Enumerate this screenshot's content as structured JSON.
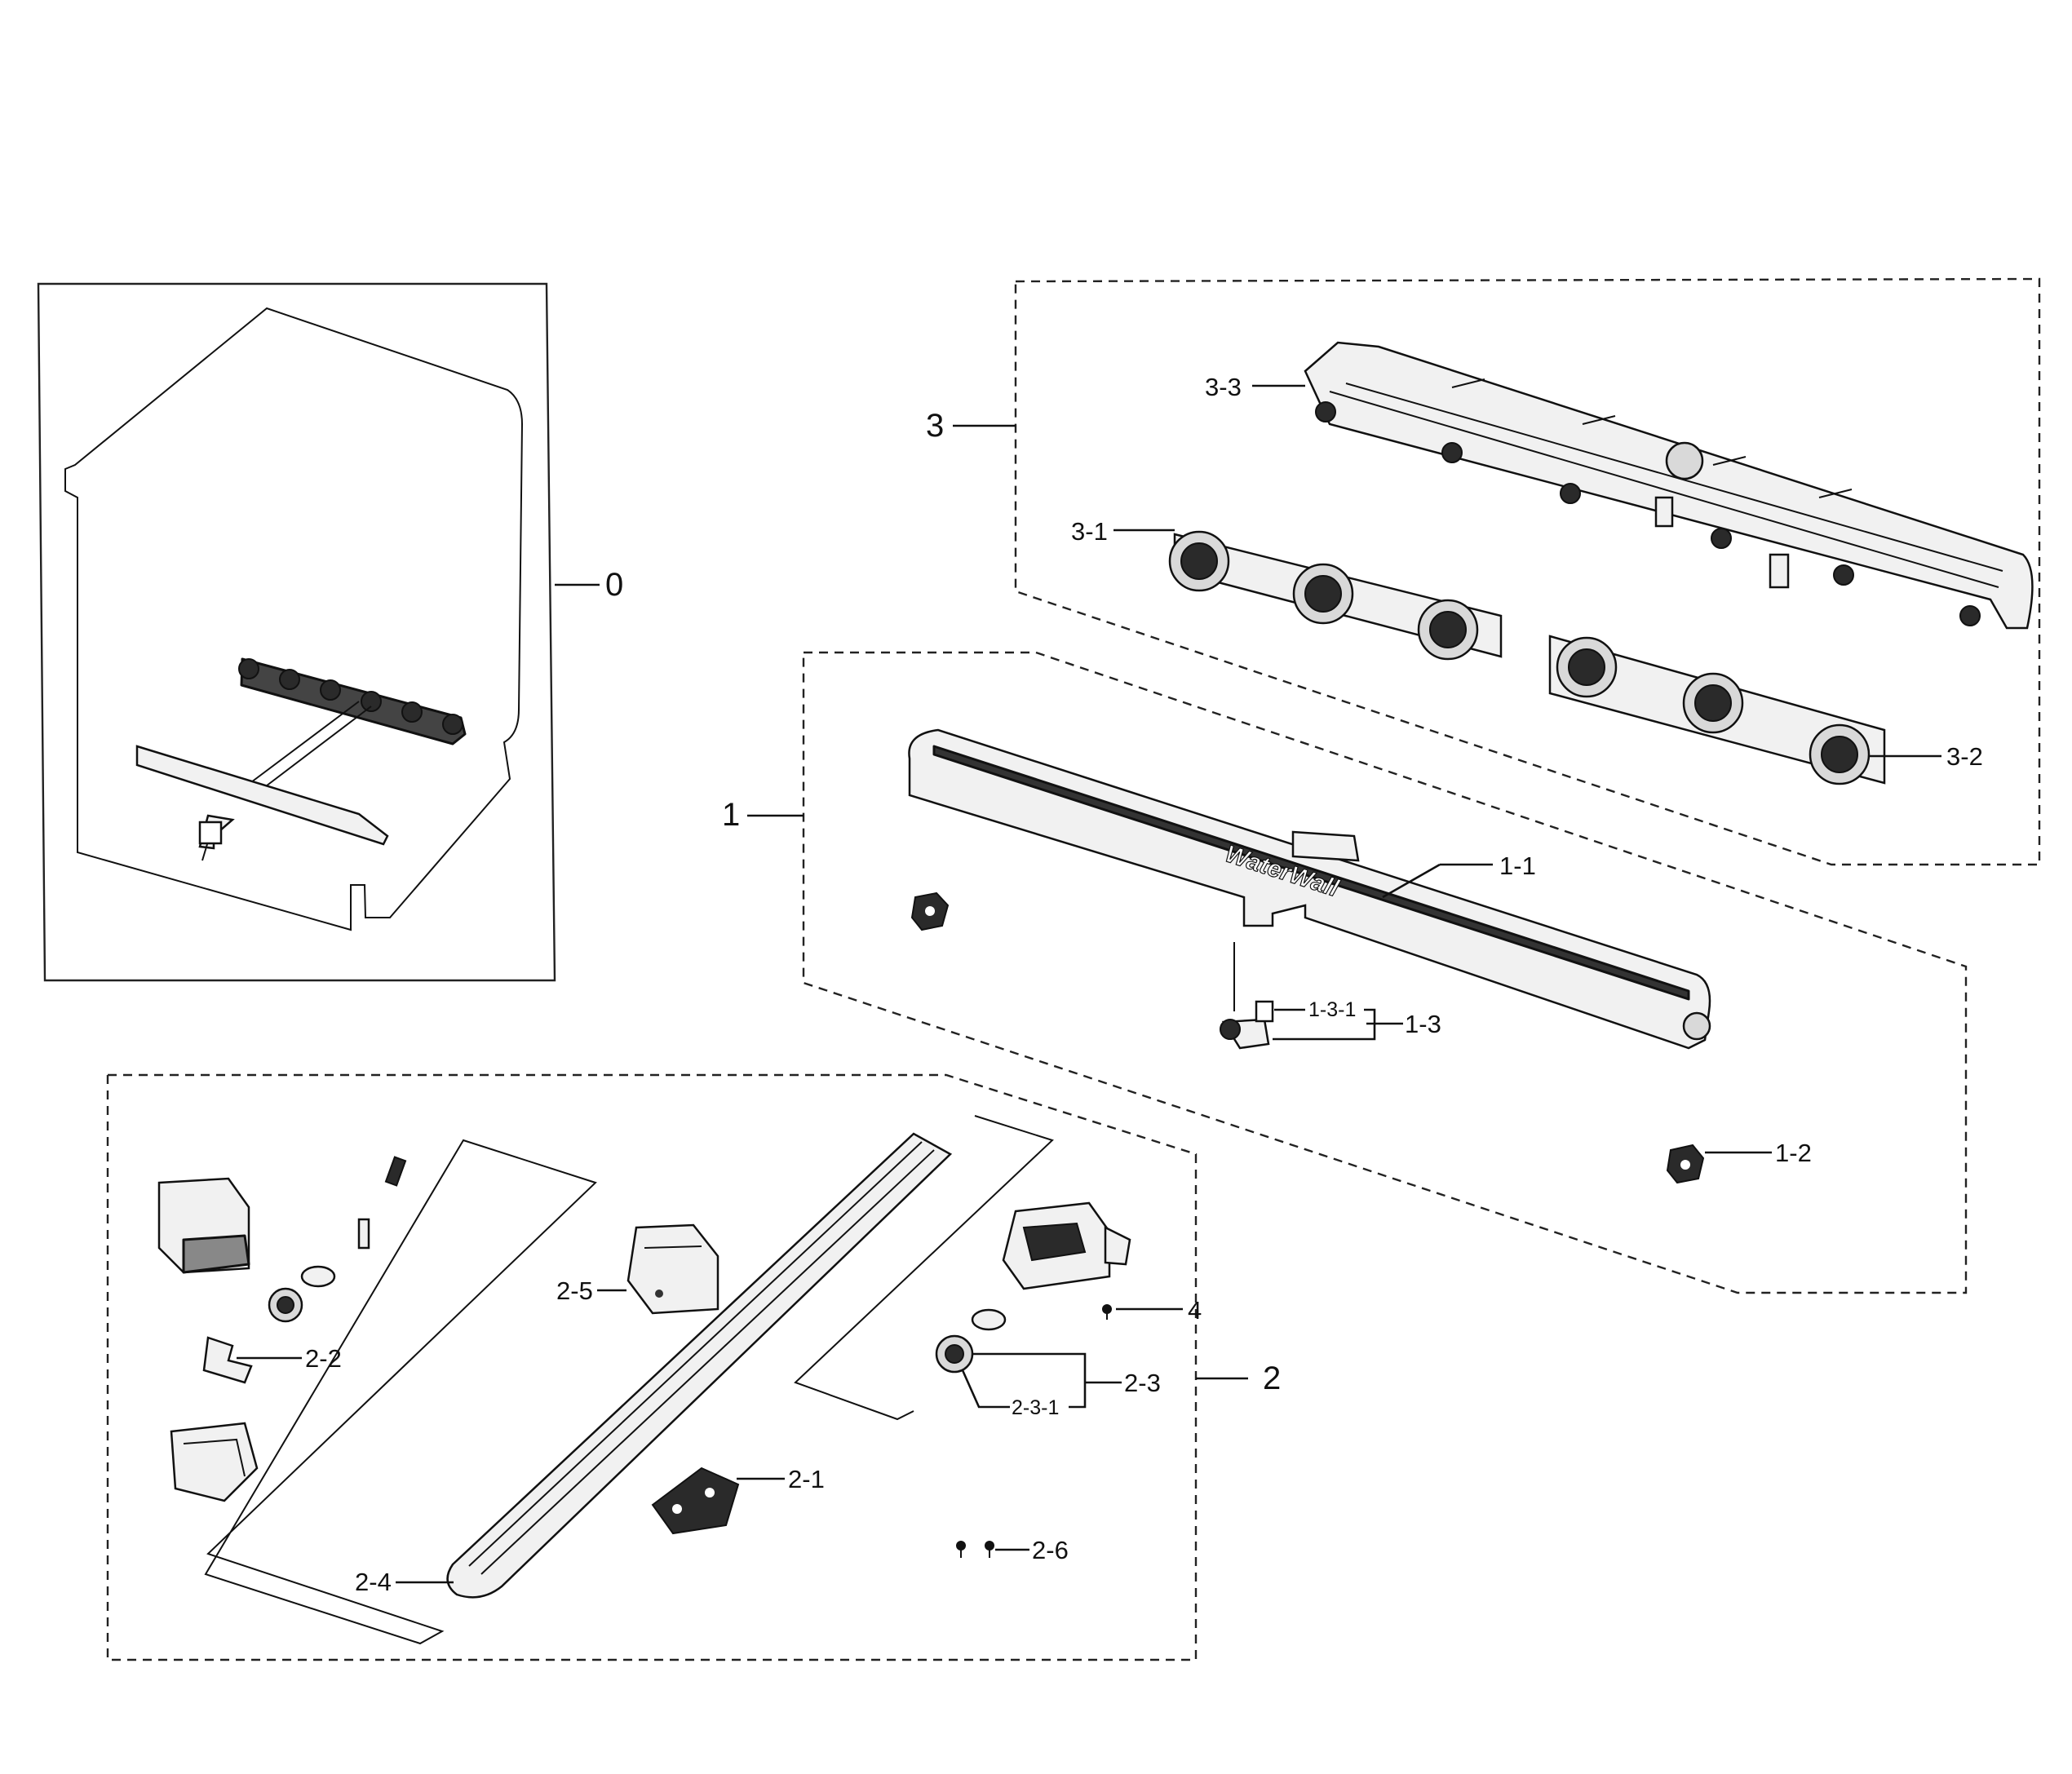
{
  "diagram": {
    "callouts": {
      "c0": "0",
      "c1": "1",
      "c1_1": "1-1",
      "c1_2": "1-2",
      "c1_3": "1-3",
      "c1_3_1": "1-3-1",
      "c2": "2",
      "c2_1": "2-1",
      "c2_2": "2-2",
      "c2_3": "2-3",
      "c2_3_1": "2-3-1",
      "c2_4": "2-4",
      "c2_5": "2-5",
      "c2_6": "2-6",
      "c3": "3",
      "c3_1": "3-1",
      "c3_2": "3-2",
      "c3_3": "3-3",
      "c4": "4"
    },
    "brand_mark": "WaterWall"
  }
}
